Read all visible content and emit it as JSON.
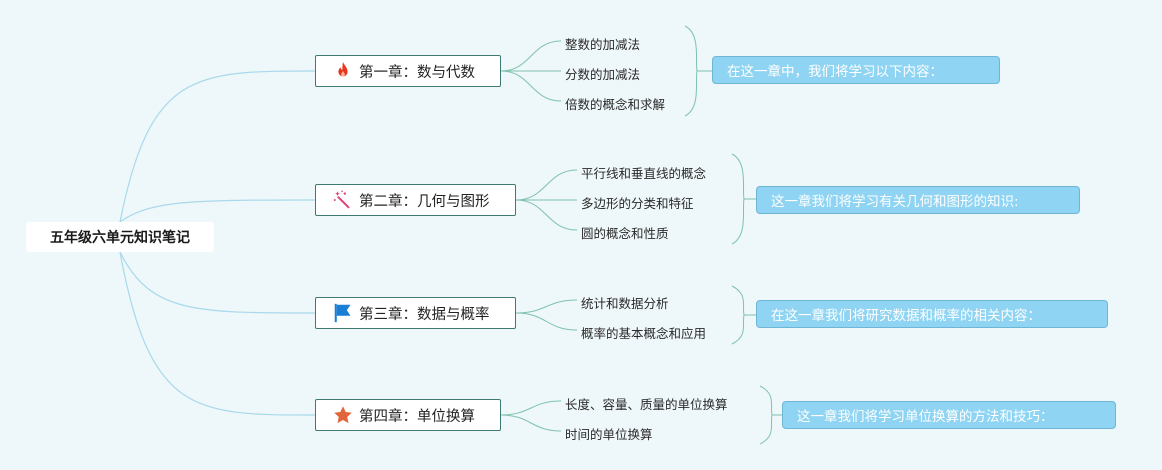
{
  "root": {
    "label": "五年级六单元知识笔记"
  },
  "chapters": [
    {
      "title": "第一章：数与代数",
      "icon": "fire-icon",
      "icon_color": "#e8341c",
      "topics": [
        "整数的加减法",
        "分数的加减法",
        "倍数的概念和求解"
      ],
      "summary": "在这一章中，我们将学习以下内容："
    },
    {
      "title": "第二章：几何与图形",
      "icon": "magic-wand-icon",
      "icon_color": "#e0457b",
      "topics": [
        "平行线和垂直线的概念",
        "多边形的分类和特征",
        "圆的概念和性质"
      ],
      "summary": "这一章我们将学习有关几何和图形的知识:"
    },
    {
      "title": "第三章：数据与概率",
      "icon": "flag-icon",
      "icon_color": "#1a7fd4",
      "topics": [
        "统计和数据分析",
        "概率的基本概念和应用"
      ],
      "summary": "在这一章我们将研究数据和概率的相关内容："
    },
    {
      "title": "第四章：单位换算",
      "icon": "star-icon",
      "icon_color": "#e2653a",
      "topics": [
        "长度、容量、质量的单位换算",
        "时间的单位换算"
      ],
      "summary": "这一章我们将学习单位换算的方法和技巧："
    }
  ],
  "colors": {
    "root_branch": "#a9d9ec",
    "chapter_branch": "#7fc2ad",
    "chapter_border": "#3e7a72",
    "summary_bg": "#8fd4f2"
  }
}
